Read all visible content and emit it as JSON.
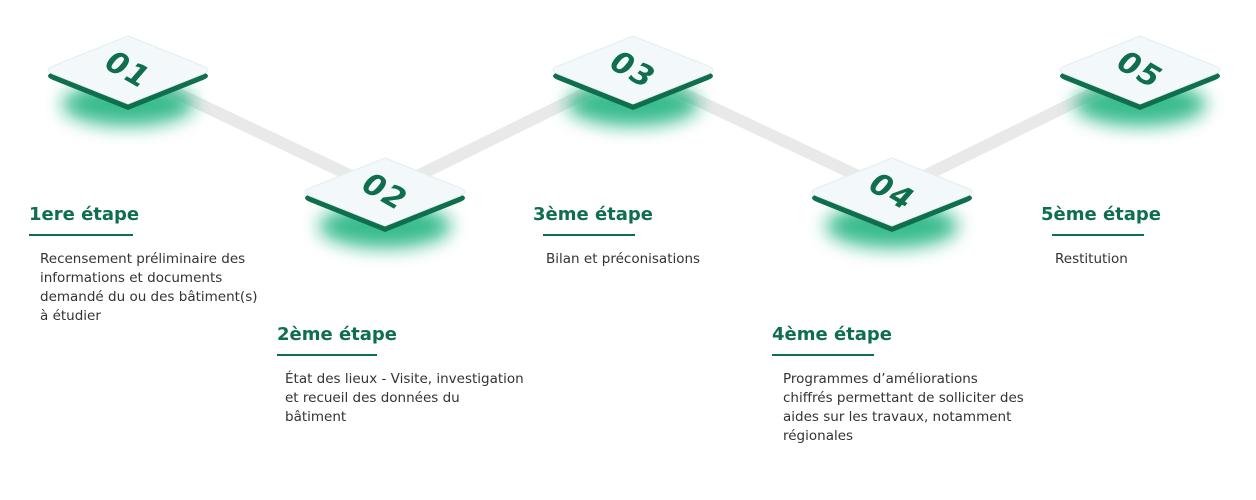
{
  "colors": {
    "accent": "#0f6e4c",
    "glow": "#19b07a",
    "tile": "#f3f9fa",
    "connector": "#e9e9e9"
  },
  "steps": [
    {
      "number": "01",
      "title": "1ere étape",
      "desc_lines": [
        "Recensement préliminaire des",
        "informations et documents",
        "demandé du ou des bâtiment(s)",
        "à étudier"
      ]
    },
    {
      "number": "02",
      "title": "2ème étape",
      "desc_lines": [
        "État des lieux - Visite, investigation",
        "et recueil des données du",
        "bâtiment"
      ]
    },
    {
      "number": "03",
      "title": "3ème étape",
      "desc_lines": [
        "Bilan et préconisations"
      ]
    },
    {
      "number": "04",
      "title": "4ème étape",
      "desc_lines": [
        "Programmes d’améliorations",
        "chiffrés permettant de solliciter des",
        "aides sur les travaux, notamment",
        "régionales"
      ]
    },
    {
      "number": "05",
      "title": "5ème étape",
      "desc_lines": [
        "Restitution"
      ]
    }
  ]
}
